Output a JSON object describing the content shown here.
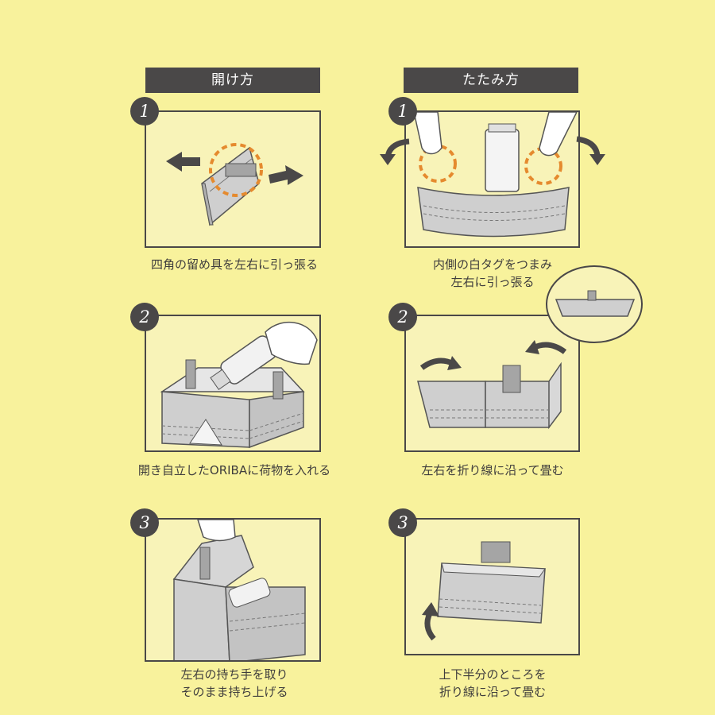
{
  "headers": {
    "open": "開け方",
    "fold": "たたみ方"
  },
  "steps": {
    "open": [
      {
        "num": "1",
        "caption_lines": [
          "四角の留め具を左右に引っ張る"
        ]
      },
      {
        "num": "2",
        "caption_lines": [
          "開き自立したORIBAに荷物を入れる"
        ]
      },
      {
        "num": "3",
        "caption_lines": [
          "左右の持ち手を取り",
          "そのまま持ち上げる"
        ]
      }
    ],
    "fold": [
      {
        "num": "1",
        "caption_lines": [
          "内側の白タグをつまみ",
          "左右に引っ張る"
        ]
      },
      {
        "num": "2",
        "caption_lines": [
          "左右を折り線に沿って畳む"
        ]
      },
      {
        "num": "3",
        "caption_lines": [
          "上下半分のところを",
          "折り線に沿って畳む"
        ]
      }
    ]
  },
  "colors": {
    "background": "#f8f29c",
    "panel": "#f8f3b8",
    "header": "#4a4848",
    "accent_orange": "#e58a2e",
    "box_gray": "#cfcfcf"
  },
  "icons": [
    "arrow-icon",
    "hand-icon",
    "bottle-icon",
    "circle-highlight-icon",
    "box-icon"
  ]
}
